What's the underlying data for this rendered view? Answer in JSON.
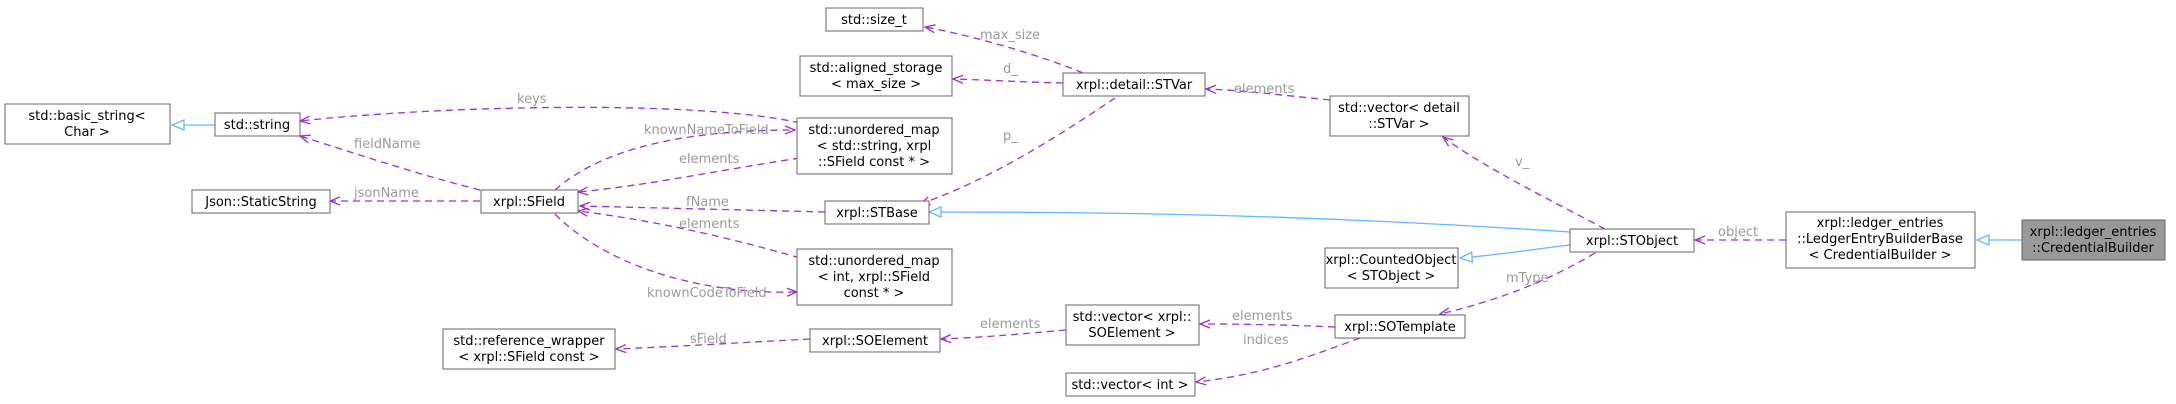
{
  "nodes": {
    "credential_builder": [
      "xrpl::ledger_entries",
      "::CredentialBuilder"
    ],
    "ledger_entry_builder_base": [
      "xrpl::ledger_entries",
      "::LedgerEntryBuilderBase",
      "< CredentialBuilder >"
    ],
    "stobject": [
      "xrpl::STObject"
    ],
    "counted_object": [
      "xrpl::CountedObject",
      "< STObject >"
    ],
    "stbase": [
      "xrpl::STBase"
    ],
    "sotemplate": [
      "xrpl::SOTemplate"
    ],
    "vector_stvar": [
      "std::vector< detail",
      "::STVar >"
    ],
    "stvar": [
      "xrpl::detail::STVar"
    ],
    "size_t": [
      "std::size_t"
    ],
    "aligned_storage": [
      "std::aligned_storage",
      "< max_size >"
    ],
    "map_name": [
      "std::unordered_map",
      "< std::string, xrpl",
      "::SField const * >"
    ],
    "map_code": [
      "std::unordered_map",
      "< int, xrpl::SField",
      "const * >"
    ],
    "sfield": [
      "xrpl::SField"
    ],
    "string": [
      "std::string"
    ],
    "basic_string": [
      "std::basic_string<",
      "Char >"
    ],
    "json_static": [
      "Json::StaticString"
    ],
    "vector_soelement": [
      "std::vector< xrpl::",
      "SOElement >"
    ],
    "soelement": [
      "xrpl::SOElement"
    ],
    "reference_wrapper": [
      "std::reference_wrapper",
      "< xrpl::SField const >"
    ],
    "vector_int": [
      "std::vector< int >"
    ]
  },
  "edge_labels": {
    "object": "object",
    "v": "v_",
    "mtype": "mType",
    "elements_stvar": "elements",
    "max_size": "max_size",
    "d": "d_",
    "p": "p_",
    "keys": "keys",
    "field_name": "fieldName",
    "known_name": "knownNameToField",
    "elements_name": "elements",
    "json_name": "jsonName",
    "fname": "fName",
    "elements_code": "elements",
    "known_code": "knownCodeToField",
    "sfield_ref": "sField",
    "elements_so": "elements",
    "elements_tpl": "elements",
    "indices": "indices"
  },
  "colors": {
    "usage_edge": "#9a32cd",
    "inheritance_edge": "#63b8ff",
    "edge_label": "#9a9a9a",
    "focus_fill": "#999999",
    "node_border": "#666666"
  }
}
